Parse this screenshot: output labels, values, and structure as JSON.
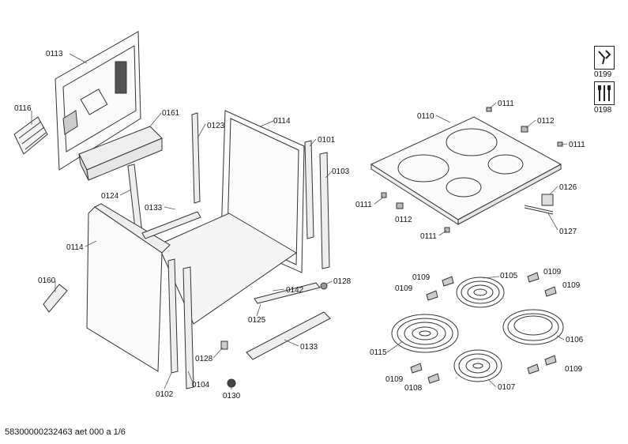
{
  "labels": {
    "p0113": "0113",
    "p0116": "0116",
    "p0161": "0161",
    "p0123": "0123",
    "p0114a": "0114",
    "p0101": "0101",
    "p0103": "0103",
    "p0124": "0124",
    "p0133a": "0133",
    "p0114b": "0114",
    "p0160": "0160",
    "p0142": "0142",
    "p0128a": "0128",
    "p0125": "0125",
    "p0133b": "0133",
    "p0128b": "0128",
    "p0102": "0102",
    "p0104": "0104",
    "p0130": "0130",
    "p0110": "0110",
    "p0111a": "0111",
    "p0112a": "0112",
    "p0111b": "0111",
    "p0111c": "0111",
    "p0112b": "0112",
    "p0111d": "0111",
    "p0126": "0126",
    "p0127": "0127",
    "p0109a": "0109",
    "p0105": "0105",
    "p0109b": "0109",
    "p0109c": "0109",
    "p0109d": "0109",
    "p0115": "0115",
    "p0106": "0106",
    "p0109e": "0109",
    "p0108": "0108",
    "p0107": "0107",
    "p0109f": "0109"
  },
  "tools": {
    "service": "0199",
    "tools": "0198"
  },
  "footer": "58300000232463 aet 000 a 1/6"
}
